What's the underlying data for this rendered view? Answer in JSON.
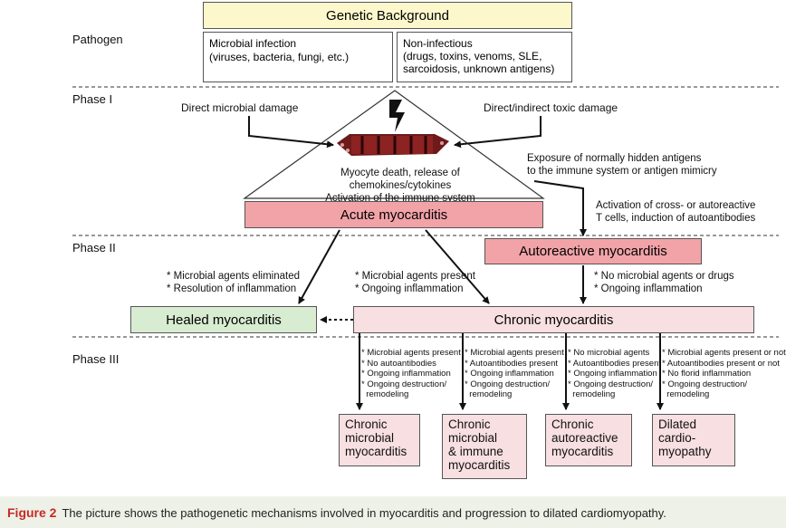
{
  "colors": {
    "genetic_box": "#fcf8cc",
    "acute_box": "#f1a3a8",
    "chronic_box": "#f8dfe1",
    "healed_box": "#d8ecd2",
    "caption_label": "#c52a26"
  },
  "genetic_background": "Genetic Background",
  "phases": {
    "pathogen": "Pathogen",
    "phase1": "Phase I",
    "phase2": "Phase II",
    "phase3": "Phase III"
  },
  "pathogen": {
    "microbial_line1": "Microbial infection",
    "microbial_line2": "(viruses, bacteria, fungi, etc.)",
    "noninf_line1": "Non-infectious",
    "noninf_line2": "(drugs, toxins, venoms, SLE,",
    "noninf_line3": "sarcoidosis, unknown antigens)"
  },
  "phase1": {
    "direct_damage": "Direct microbial damage",
    "toxic_damage": "Direct/indirect toxic damage",
    "myocyte_line1": "Myocyte death, release of chemokines/cytokines",
    "myocyte_line2": "Activation of the immune system",
    "exposure_line1": "Exposure of normally hidden antigens",
    "exposure_line2": "to the immune system or antigen mimicry",
    "activation_line1": "Activation of cross- or autoreactive",
    "activation_line2": "T cells, induction of autoantibodies",
    "acute": "Acute myocarditis"
  },
  "phase2": {
    "autoreactive": "Autoreactive myocarditis",
    "left_note1": "* Microbial agents eliminated",
    "left_note2": "* Resolution of inflammation",
    "mid_note1": "* Microbial agents present",
    "mid_note2": "* Ongoing inflammation",
    "right_note1": "* No microbial agents or drugs",
    "right_note2": "* Ongoing inflammation",
    "healed": "Healed myocarditis",
    "chronic": "Chronic myocarditis"
  },
  "phase3": {
    "col1": [
      "* Microbial agents present",
      "* No autoantibodies",
      "* Ongoing inflammation",
      "* Ongoing destruction/",
      "  remodeling"
    ],
    "col2": [
      "* Microbial agents present",
      "* Autoantibodies present",
      "* Ongoing inflammation",
      "* Ongoing destruction/",
      "  remodeling"
    ],
    "col3": [
      "* No microbial agents",
      "* Autoantibodies present",
      "* Ongoing inflammation",
      "* Ongoing destruction/",
      "  remodeling"
    ],
    "col4": [
      "* Microbial agents present or not",
      "* Autoantibodies present or not",
      "* No florid inflammation",
      "* Ongoing destruction/",
      "  remodeling"
    ],
    "outcome1": [
      "Chronic",
      "microbial",
      "myocarditis"
    ],
    "outcome2": [
      "Chronic",
      "microbial",
      "& immune",
      "myocarditis"
    ],
    "outcome3": [
      "Chronic",
      "autoreactive",
      "myocarditis"
    ],
    "outcome4": [
      "Dilated",
      "cardio-",
      "myopathy"
    ]
  },
  "caption": {
    "label": "Figure 2",
    "text": "The picture shows the pathogenetic mechanisms involved in myocarditis and progression to dilated cardiomyopathy."
  }
}
